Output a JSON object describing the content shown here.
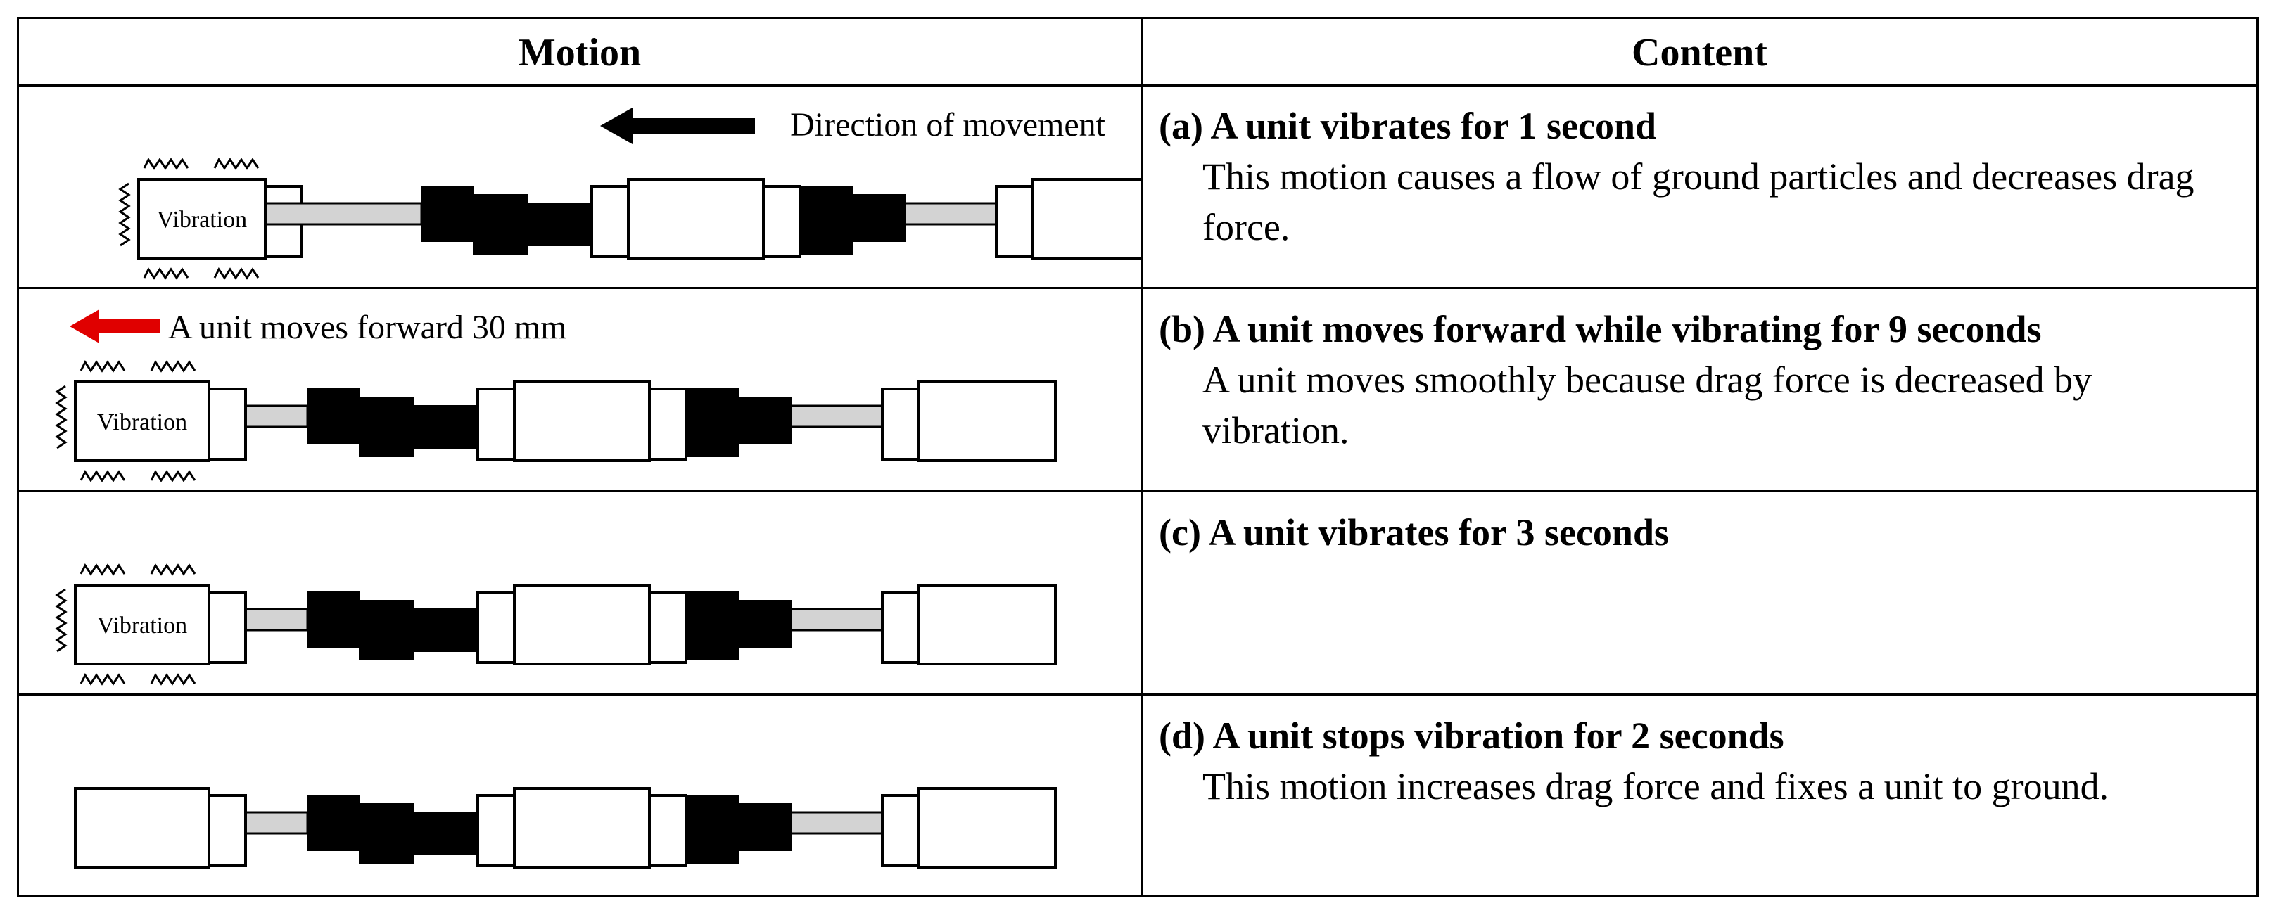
{
  "headers": {
    "motion": "Motion",
    "content": "Content"
  },
  "direction_label": "Direction of movement",
  "vibration_label": "Vibration",
  "rows": [
    {
      "title": "(a) A unit vibrates for 1 second",
      "description": "This motion causes a flow of ground particles and decreases drag force."
    },
    {
      "title": "(b) A unit moves forward while vibrating for 9 seconds",
      "description": "A unit moves smoothly because drag force is decreased by vibration.",
      "motion_note": "A unit moves forward 30 mm"
    },
    {
      "title": "(c) A unit vibrates for 3 seconds",
      "description": ""
    },
    {
      "title": "(d) A unit stops vibration for 2 seconds",
      "description": "This motion increases drag force and fixes a unit to ground."
    }
  ],
  "colors": {
    "arrow_black": "#000000",
    "arrow_red": "#e00000",
    "rod": "#d3d3d3"
  }
}
